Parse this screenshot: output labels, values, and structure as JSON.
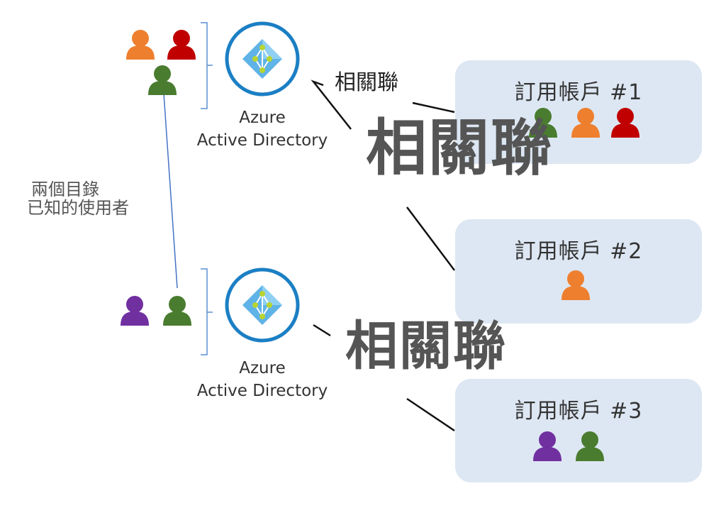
{
  "directories": [
    {
      "name_line1": "Azure",
      "name_line2": "Active Directory"
    },
    {
      "name_line1": "Azure",
      "name_line2": "Active Directory"
    }
  ],
  "subscriptions": [
    {
      "title": "訂用帳戶 #1"
    },
    {
      "title": "訂用帳戶 #2"
    },
    {
      "title": "訂用帳戶 #3"
    }
  ],
  "association": {
    "small_label": "相關聯",
    "large_label_1": "相關聯",
    "large_label_2": "相關聯"
  },
  "known_users_note": {
    "line1": "兩個目錄",
    "line2": "已知的使用者"
  },
  "colors": {
    "orange_user": "#ee7f2f",
    "red_user": "#c00000",
    "green_user": "#4a7c2f",
    "purple_user": "#7030a0",
    "aad_ring": "#1b7fc4",
    "aad_diamond": "#5fb3e6",
    "aad_node": "#b8d432",
    "subscription_box": "#dde7f3",
    "bracket": "#5b8fd4",
    "connector_line": "#4472c4"
  }
}
